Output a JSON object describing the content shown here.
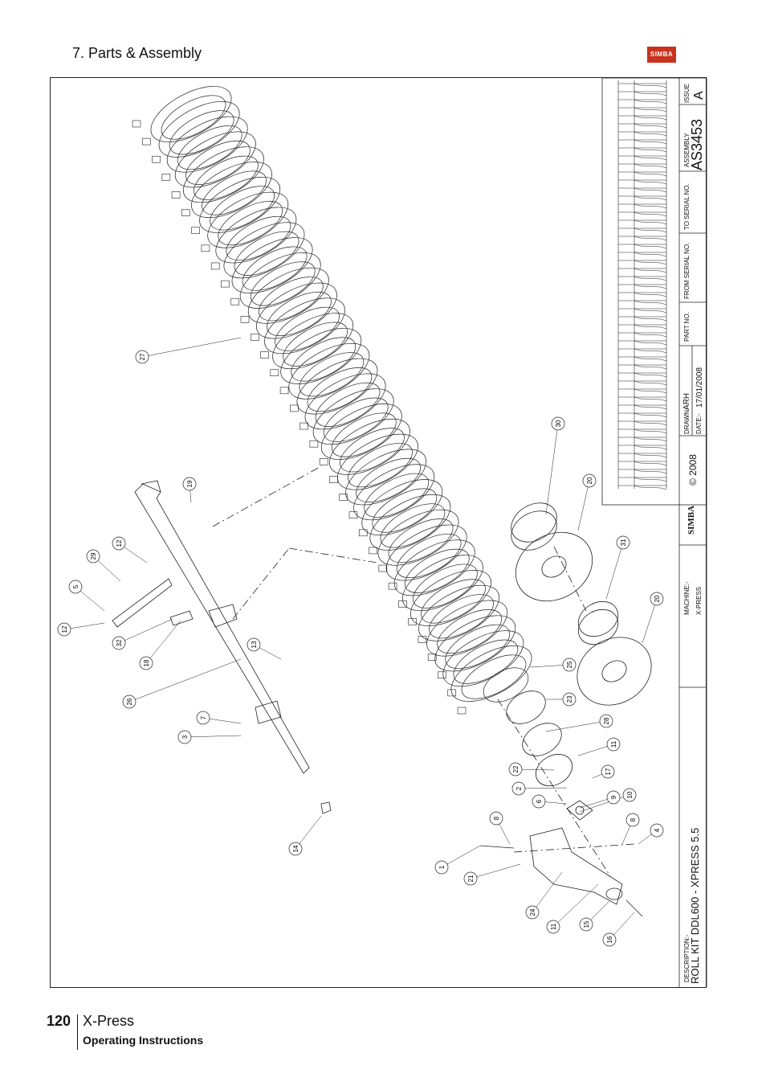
{
  "header": {
    "section_title": "7. Parts & Assembly",
    "logo_text": "SIMBA"
  },
  "title_block": {
    "description_label": "DESCRIPTION:-",
    "description": "ROLL KIT DDL600 - XPRESS 5.5",
    "machine_label": "MACHINE:-",
    "machine": "X-PRESS",
    "brand": "SIMBA",
    "copyright": "© 2008",
    "drawn_label": "DRAWN:-",
    "drawn": "ARH",
    "date_label": "DATE:-",
    "date": "17/01/2008",
    "part_no_label": "PART NO.",
    "from_serial_label": "FROM SERIAL NO.",
    "to_serial_label": "TO SERIAL NO.",
    "assembly_label": "ASSEMBLY",
    "assembly": "AS3453",
    "issue_label": "ISSUE",
    "issue": "A"
  },
  "callouts": [
    "27",
    "19",
    "12",
    "29",
    "5",
    "12",
    "32",
    "18",
    "26",
    "13",
    "7",
    "3",
    "14",
    "30",
    "20",
    "31",
    "20",
    "25",
    "23",
    "28",
    "11",
    "17",
    "22",
    "2",
    "6",
    "9",
    "10",
    "8",
    "8",
    "4",
    "1",
    "21",
    "24",
    "11",
    "15",
    "16"
  ],
  "footer": {
    "page_number": "120",
    "product": "X-Press",
    "subtitle": "Operating Instructions"
  },
  "colors": {
    "logo": "#c8321e",
    "line": "#222222"
  }
}
